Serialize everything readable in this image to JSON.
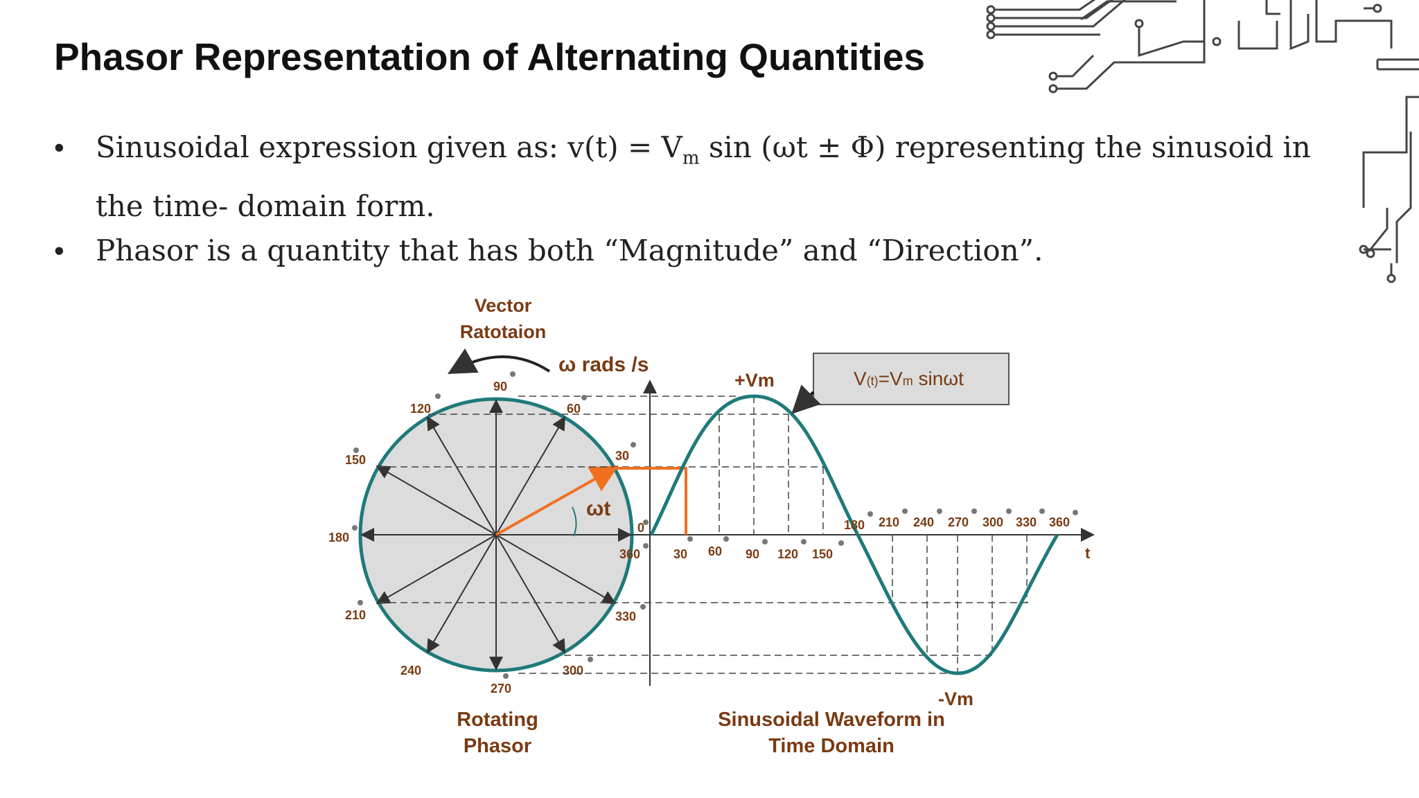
{
  "slide": {
    "title": "Phasor Representation of Alternating Quantities",
    "bullets": [
      {
        "bullet_glyph": "•",
        "text_before": "Sinusoidal expression given as: v(t) = V",
        "subscript": "m",
        "text_after": " sin (ωt ± Φ) representing the sinusoid in the time- domain form."
      },
      {
        "bullet_glyph": "•",
        "text_before": "Phasor is a quantity that has both “Magnitude” and “Direction”."
      }
    ]
  },
  "figure": {
    "vector_rotation_label": [
      "Vector",
      "Ratotaion"
    ],
    "omega_label": "ω rads /s",
    "omega_t_label": "ωt",
    "peak_pos_label": "+Vm",
    "peak_neg_label": "-Vm",
    "time_axis_label": "t",
    "formula_box": {
      "main": "V",
      "sub": "(t)",
      "rest": "=V",
      "sub2": "m",
      "tail": " sinωt"
    },
    "circle_angle_labels": [
      "0",
      "30",
      "60",
      "90",
      "120",
      "150",
      "180",
      "210",
      "240",
      "270",
      "300",
      "330",
      "360"
    ],
    "wave_angle_labels_upper": [
      "30",
      "60",
      "90",
      "120",
      "150"
    ],
    "wave_angle_labels_lower": [
      "180",
      "210",
      "240",
      "270",
      "300",
      "330",
      "360"
    ],
    "caption_left": [
      "Rotating",
      "Phasor"
    ],
    "caption_right": [
      "Sinusoidal Waveform in",
      "Time Domain"
    ]
  },
  "colors": {
    "circle_stroke": "#1f7a7a",
    "circle_fill": "#dcdcdc",
    "phasor": "#f07020",
    "label": "#7a3a12",
    "wave": "#1f7a7a"
  }
}
